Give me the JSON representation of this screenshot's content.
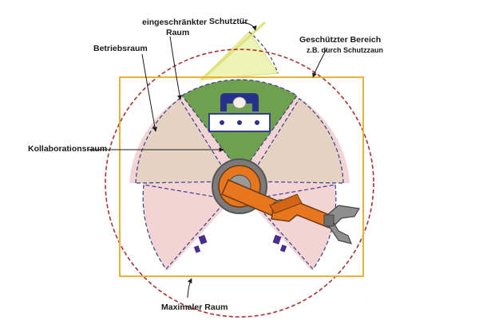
{
  "labels": {
    "eingeschraenkter_line1": "eingeschränkter",
    "eingeschraenkter_line2": "Raum",
    "schutztuer": "Schutztür",
    "geschuetzter_line1": "Geschützter Bereich",
    "geschuetzter_line2": "z.B. durch Schutzzaun",
    "betriebsraum": "Betriebsraum",
    "kollaborationsraum": "Kollaborationsraum",
    "maximaler_raum": "Maximaler Raum"
  },
  "colors": {
    "fence_yellow": "#e8b23a",
    "door_yellow": "#e4ee9a",
    "max_circle_red": "#a83232",
    "operating_beige": "#e5d2c2",
    "restricted_pink": "#f3d6d6",
    "collab_green": "#6fa04f",
    "dash_blue": "#3a3f88",
    "robot_orange": "#e8761f",
    "robot_navy": "#27328a",
    "object_purple": "#4b2c8a"
  },
  "icons": [
    "robot-arm-icon",
    "gripper-icon",
    "workpiece-fixture-icon",
    "sensor-icon"
  ]
}
